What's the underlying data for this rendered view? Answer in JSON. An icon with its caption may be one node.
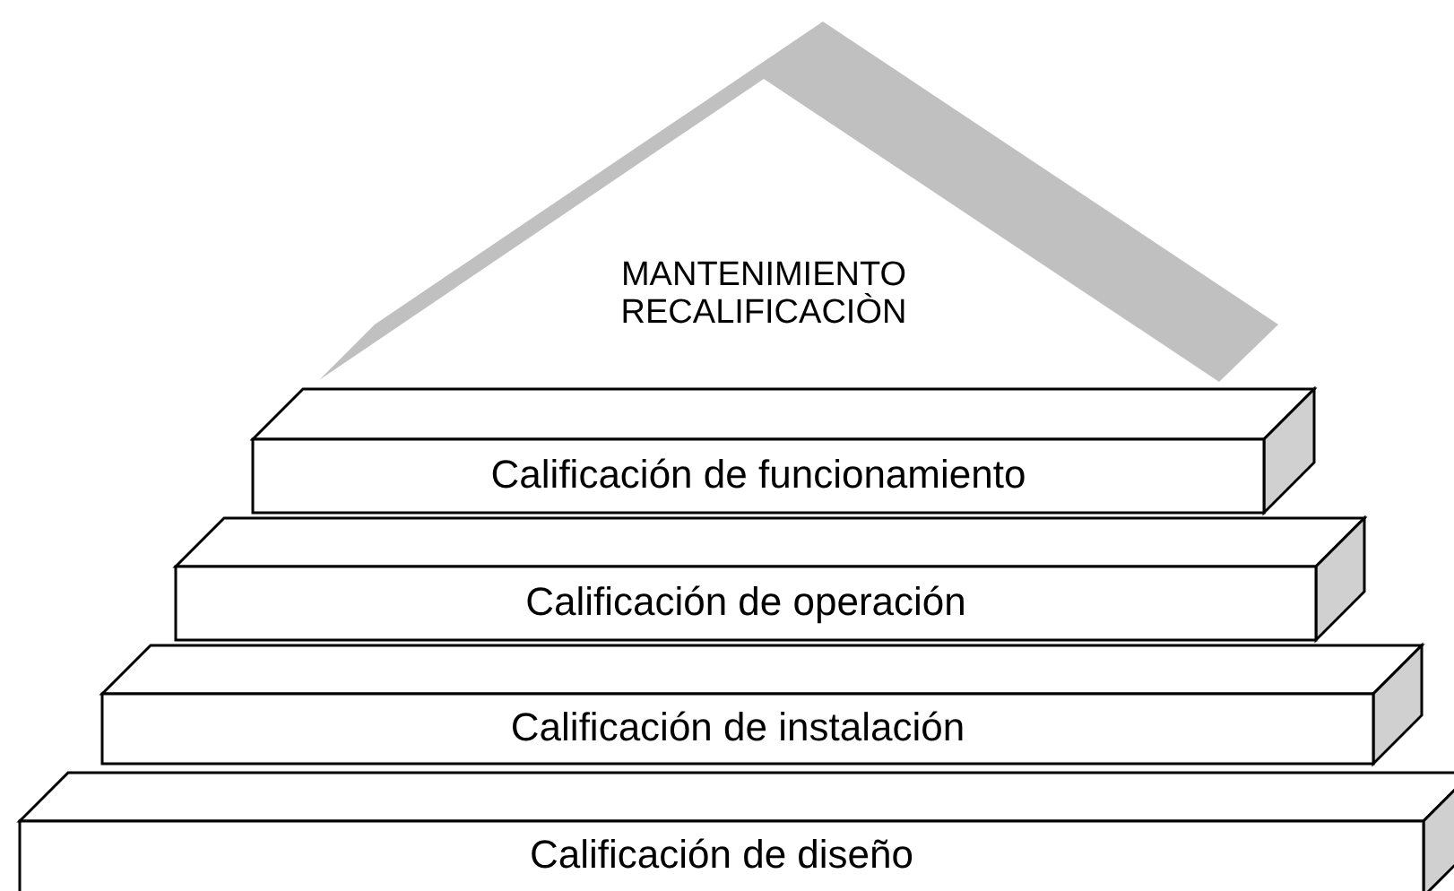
{
  "diagram": {
    "nodes": [
      {
        "text": [
          "MANTENIMIENTO RECALIFICACIÒN"
        ]
      },
      {
        "text": [
          "Calificación de funcionamiento"
        ]
      },
      {
        "text": [
          "Calificación de operación"
        ]
      },
      {
        "text": [
          "Calificación de instalación"
        ]
      },
      {
        "text": [
          "Calificación de diseño"
        ]
      }
    ]
  }
}
